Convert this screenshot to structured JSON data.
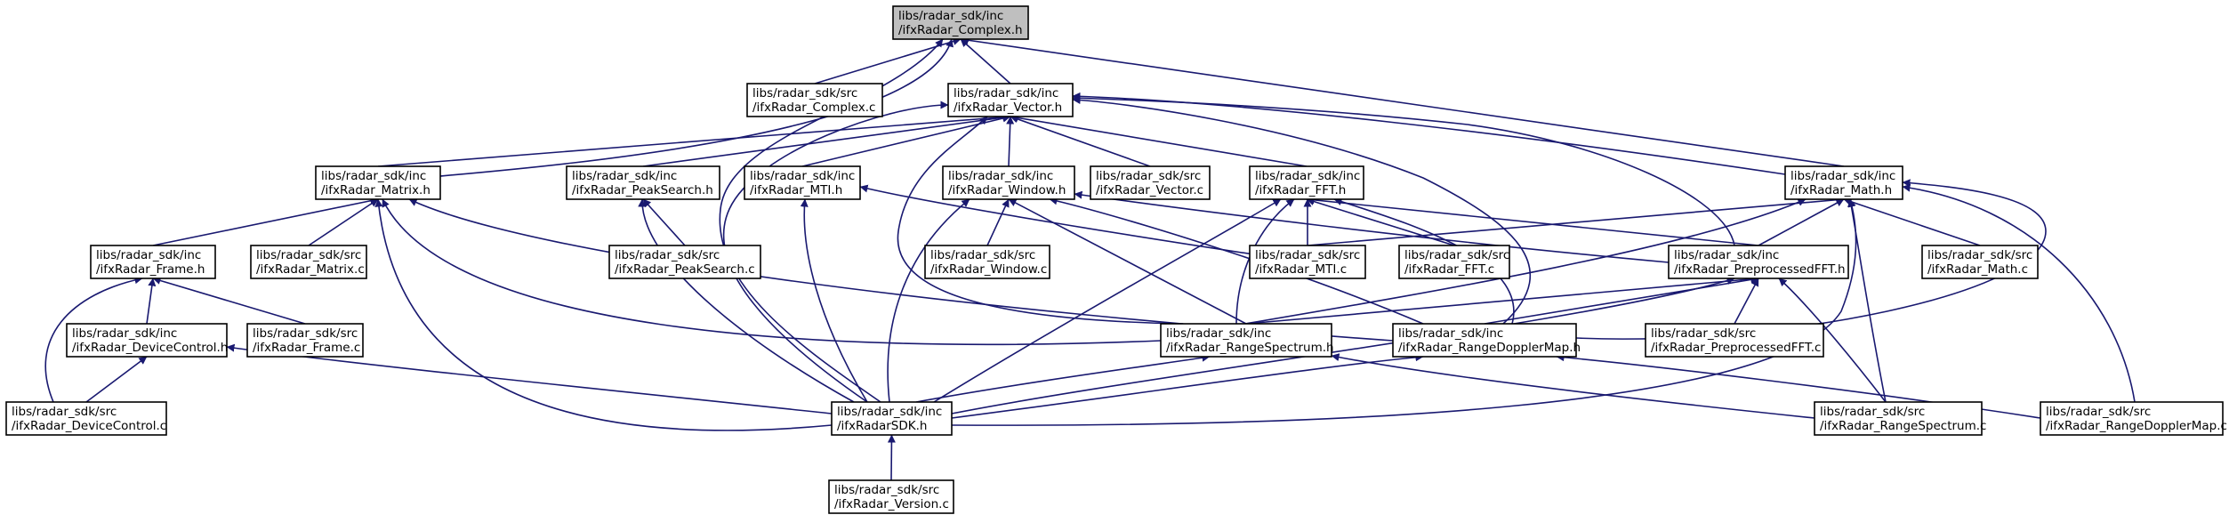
{
  "diagram": {
    "nodes": [
      {
        "id": "complex_h",
        "line1": "libs/radar_sdk/inc",
        "line2": "/ifxRadar_Complex.h",
        "highlighted": true
      },
      {
        "id": "complex_c",
        "line1": "libs/radar_sdk/src",
        "line2": "/ifxRadar_Complex.c"
      },
      {
        "id": "vector_h",
        "line1": "libs/radar_sdk/inc",
        "line2": "/ifxRadar_Vector.h"
      },
      {
        "id": "matrix_h",
        "line1": "libs/radar_sdk/inc",
        "line2": "/ifxRadar_Matrix.h"
      },
      {
        "id": "peaksearch_h",
        "line1": "libs/radar_sdk/inc",
        "line2": "/ifxRadar_PeakSearch.h"
      },
      {
        "id": "mti_h",
        "line1": "libs/radar_sdk/inc",
        "line2": "/ifxRadar_MTI.h"
      },
      {
        "id": "window_h",
        "line1": "libs/radar_sdk/inc",
        "line2": "/ifxRadar_Window.h"
      },
      {
        "id": "vector_c",
        "line1": "libs/radar_sdk/src",
        "line2": "/ifxRadar_Vector.c"
      },
      {
        "id": "fft_h",
        "line1": "libs/radar_sdk/inc",
        "line2": "/ifxRadar_FFT.h"
      },
      {
        "id": "math_h",
        "line1": "libs/radar_sdk/inc",
        "line2": "/ifxRadar_Math.h"
      },
      {
        "id": "frame_h",
        "line1": "libs/radar_sdk/inc",
        "line2": "/ifxRadar_Frame.h"
      },
      {
        "id": "matrix_c",
        "line1": "libs/radar_sdk/src",
        "line2": "/ifxRadar_Matrix.c"
      },
      {
        "id": "peaksearch_c",
        "line1": "libs/radar_sdk/src",
        "line2": "/ifxRadar_PeakSearch.c"
      },
      {
        "id": "window_c",
        "line1": "libs/radar_sdk/src",
        "line2": "/ifxRadar_Window.c"
      },
      {
        "id": "mti_c",
        "line1": "libs/radar_sdk/src",
        "line2": "/ifxRadar_MTI.c"
      },
      {
        "id": "fft_c",
        "line1": "libs/radar_sdk/src",
        "line2": "/ifxRadar_FFT.c"
      },
      {
        "id": "preprocessedfft_h",
        "line1": "libs/radar_sdk/inc",
        "line2": "/ifxRadar_PreprocessedFFT.h"
      },
      {
        "id": "math_c",
        "line1": "libs/radar_sdk/src",
        "line2": "/ifxRadar_Math.c"
      },
      {
        "id": "devicecontrol_h",
        "line1": "libs/radar_sdk/inc",
        "line2": "/ifxRadar_DeviceControl.h"
      },
      {
        "id": "frame_c",
        "line1": "libs/radar_sdk/src",
        "line2": "/ifxRadar_Frame.c"
      },
      {
        "id": "rangespectrum_h",
        "line1": "libs/radar_sdk/inc",
        "line2": "/ifxRadar_RangeSpectrum.h"
      },
      {
        "id": "rangedopplermap_h",
        "line1": "libs/radar_sdk/inc",
        "line2": "/ifxRadar_RangeDopplerMap.h"
      },
      {
        "id": "preprocessedfft_c",
        "line1": "libs/radar_sdk/src",
        "line2": "/ifxRadar_PreprocessedFFT.c"
      },
      {
        "id": "devicecontrol_c",
        "line1": "libs/radar_sdk/src",
        "line2": "/ifxRadar_DeviceControl.c"
      },
      {
        "id": "radarsdk_h",
        "line1": "libs/radar_sdk/inc",
        "line2": "/ifxRadarSDK.h"
      },
      {
        "id": "rangespectrum_c",
        "line1": "libs/radar_sdk/src",
        "line2": "/ifxRadar_RangeSpectrum.c"
      },
      {
        "id": "rangedopplermap_c",
        "line1": "libs/radar_sdk/src",
        "line2": "/ifxRadar_RangeDopplerMap.c"
      },
      {
        "id": "version_c",
        "line1": "libs/radar_sdk/src",
        "line2": "/ifxRadar_Version.c"
      }
    ],
    "edges": [
      [
        "complex_c",
        "complex_h"
      ],
      [
        "vector_h",
        "complex_h"
      ],
      [
        "matrix_h",
        "complex_h"
      ],
      [
        "math_h",
        "complex_h"
      ],
      [
        "radarsdk_h",
        "complex_h"
      ],
      [
        "matrix_h",
        "vector_h"
      ],
      [
        "peaksearch_h",
        "vector_h"
      ],
      [
        "mti_h",
        "vector_h"
      ],
      [
        "window_h",
        "vector_h"
      ],
      [
        "vector_c",
        "vector_h"
      ],
      [
        "fft_h",
        "vector_h"
      ],
      [
        "math_h",
        "vector_h"
      ],
      [
        "preprocessedfft_h",
        "vector_h"
      ],
      [
        "rangespectrum_h",
        "vector_h"
      ],
      [
        "rangedopplermap_h",
        "vector_h"
      ],
      [
        "radarsdk_h",
        "vector_h"
      ],
      [
        "frame_h",
        "matrix_h"
      ],
      [
        "matrix_c",
        "matrix_h"
      ],
      [
        "rangespectrum_h",
        "matrix_h"
      ],
      [
        "rangedopplermap_h",
        "matrix_h"
      ],
      [
        "radarsdk_h",
        "matrix_h"
      ],
      [
        "peaksearch_c",
        "peaksearch_h"
      ],
      [
        "radarsdk_h",
        "peaksearch_h"
      ],
      [
        "mti_c",
        "mti_h"
      ],
      [
        "radarsdk_h",
        "mti_h"
      ],
      [
        "window_c",
        "window_h"
      ],
      [
        "preprocessedfft_h",
        "window_h"
      ],
      [
        "rangespectrum_h",
        "window_h"
      ],
      [
        "rangedopplermap_h",
        "window_h"
      ],
      [
        "radarsdk_h",
        "window_h"
      ],
      [
        "mti_c",
        "fft_h"
      ],
      [
        "fft_c",
        "fft_h"
      ],
      [
        "preprocessedfft_h",
        "fft_h"
      ],
      [
        "rangespectrum_h",
        "fft_h"
      ],
      [
        "rangedopplermap_h",
        "fft_h"
      ],
      [
        "radarsdk_h",
        "fft_h"
      ],
      [
        "mti_c",
        "math_h"
      ],
      [
        "preprocessedfft_h",
        "math_h"
      ],
      [
        "math_c",
        "math_h"
      ],
      [
        "rangespectrum_h",
        "math_h"
      ],
      [
        "rangedopplermap_h",
        "math_h"
      ],
      [
        "rangespectrum_c",
        "math_h"
      ],
      [
        "rangedopplermap_c",
        "math_h"
      ],
      [
        "radarsdk_h",
        "math_h"
      ],
      [
        "devicecontrol_h",
        "frame_h"
      ],
      [
        "frame_c",
        "frame_h"
      ],
      [
        "devicecontrol_c",
        "frame_h"
      ],
      [
        "devicecontrol_c",
        "devicecontrol_h"
      ],
      [
        "radarsdk_h",
        "devicecontrol_h"
      ],
      [
        "rangespectrum_h",
        "preprocessedfft_h"
      ],
      [
        "rangedopplermap_h",
        "preprocessedfft_h"
      ],
      [
        "preprocessedfft_c",
        "preprocessedfft_h"
      ],
      [
        "rangespectrum_c",
        "preprocessedfft_h"
      ],
      [
        "radarsdk_h",
        "preprocessedfft_h"
      ],
      [
        "radarsdk_h",
        "rangespectrum_h"
      ],
      [
        "rangespectrum_c",
        "rangespectrum_h"
      ],
      [
        "radarsdk_h",
        "rangedopplermap_h"
      ],
      [
        "rangedopplermap_c",
        "rangedopplermap_h"
      ],
      [
        "version_c",
        "radarsdk_h"
      ]
    ],
    "colors": {
      "edge": "#191970",
      "node_border": "#000000",
      "node_fill": "#ffffff",
      "highlight_fill": "#bfbfbf",
      "text": "#000000"
    }
  }
}
